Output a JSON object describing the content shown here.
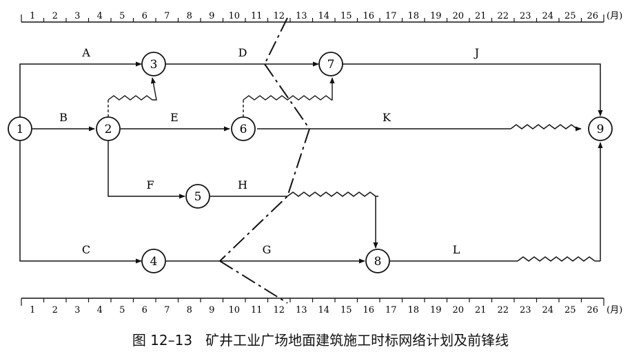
{
  "scale": {
    "months": [
      "1",
      "2",
      "3",
      "4",
      "5",
      "6",
      "7",
      "8",
      "9",
      "10",
      "11",
      "12",
      "13",
      "14",
      "15",
      "16",
      "17",
      "18",
      "19",
      "20",
      "21",
      "22",
      "23",
      "24",
      "25",
      "26"
    ],
    "unit": "(月)"
  },
  "nodes": [
    {
      "id": "1",
      "label": "1"
    },
    {
      "id": "2",
      "label": "2"
    },
    {
      "id": "3",
      "label": "3"
    },
    {
      "id": "4",
      "label": "4"
    },
    {
      "id": "5",
      "label": "5"
    },
    {
      "id": "6",
      "label": "6"
    },
    {
      "id": "7",
      "label": "7"
    },
    {
      "id": "8",
      "label": "8"
    },
    {
      "id": "9",
      "label": "9"
    }
  ],
  "activities": [
    {
      "label": "A",
      "from": "1",
      "to": "3"
    },
    {
      "label": "B",
      "from": "1",
      "to": "2"
    },
    {
      "label": "C",
      "from": "1",
      "to": "4"
    },
    {
      "label": "D",
      "from": "3",
      "to": "7"
    },
    {
      "label": "E",
      "from": "2",
      "to": "6"
    },
    {
      "label": "F",
      "from": "2",
      "to": "5"
    },
    {
      "label": "G",
      "from": "4",
      "to": "8"
    },
    {
      "label": "H",
      "from": "5",
      "to": "8"
    },
    {
      "label": "J",
      "from": "7",
      "to": "9"
    },
    {
      "label": "K",
      "from": "6",
      "to": "9"
    },
    {
      "label": "L",
      "from": "8",
      "to": "9"
    }
  ],
  "dummies": [
    {
      "from": "2",
      "to": "3"
    },
    {
      "from": "6",
      "to": "7"
    }
  ],
  "caption": {
    "number": "图 12–13",
    "title": "矿井工业广场地面建筑施工时标网络计划及前锋线"
  }
}
